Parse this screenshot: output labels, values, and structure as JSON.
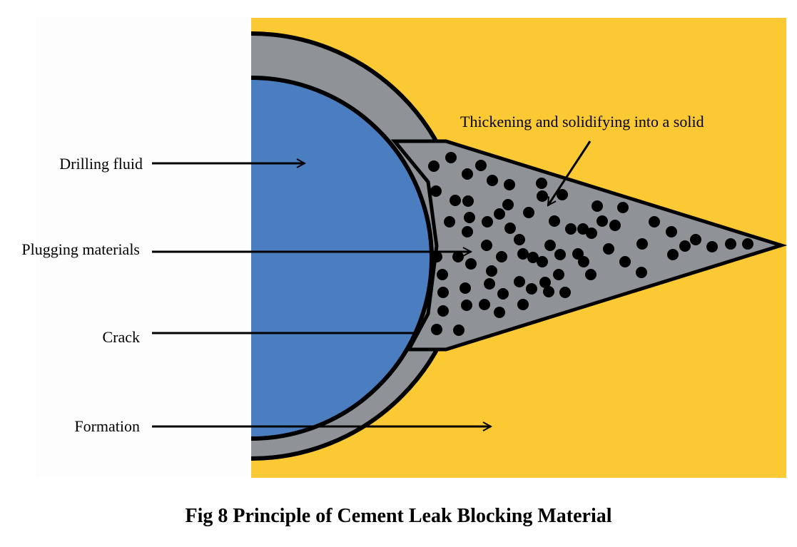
{
  "labels": {
    "drilling_fluid": "Drilling fluid",
    "plugging_materials": "Plugging materials",
    "crack": "Crack",
    "formation": "Formation",
    "solidifying": "Thickening and solidifying into a solid"
  },
  "caption": "Fig 8 Principle of Cement Leak Blocking Material",
  "colors": {
    "formation": "#FBC934",
    "cement_sheath": "#8F9297",
    "drilling_fluid": "#4A7EC0",
    "crack_fill": "#8F9297",
    "particles": "#000000",
    "outline": "#000000",
    "background": "#FFFFFF"
  }
}
